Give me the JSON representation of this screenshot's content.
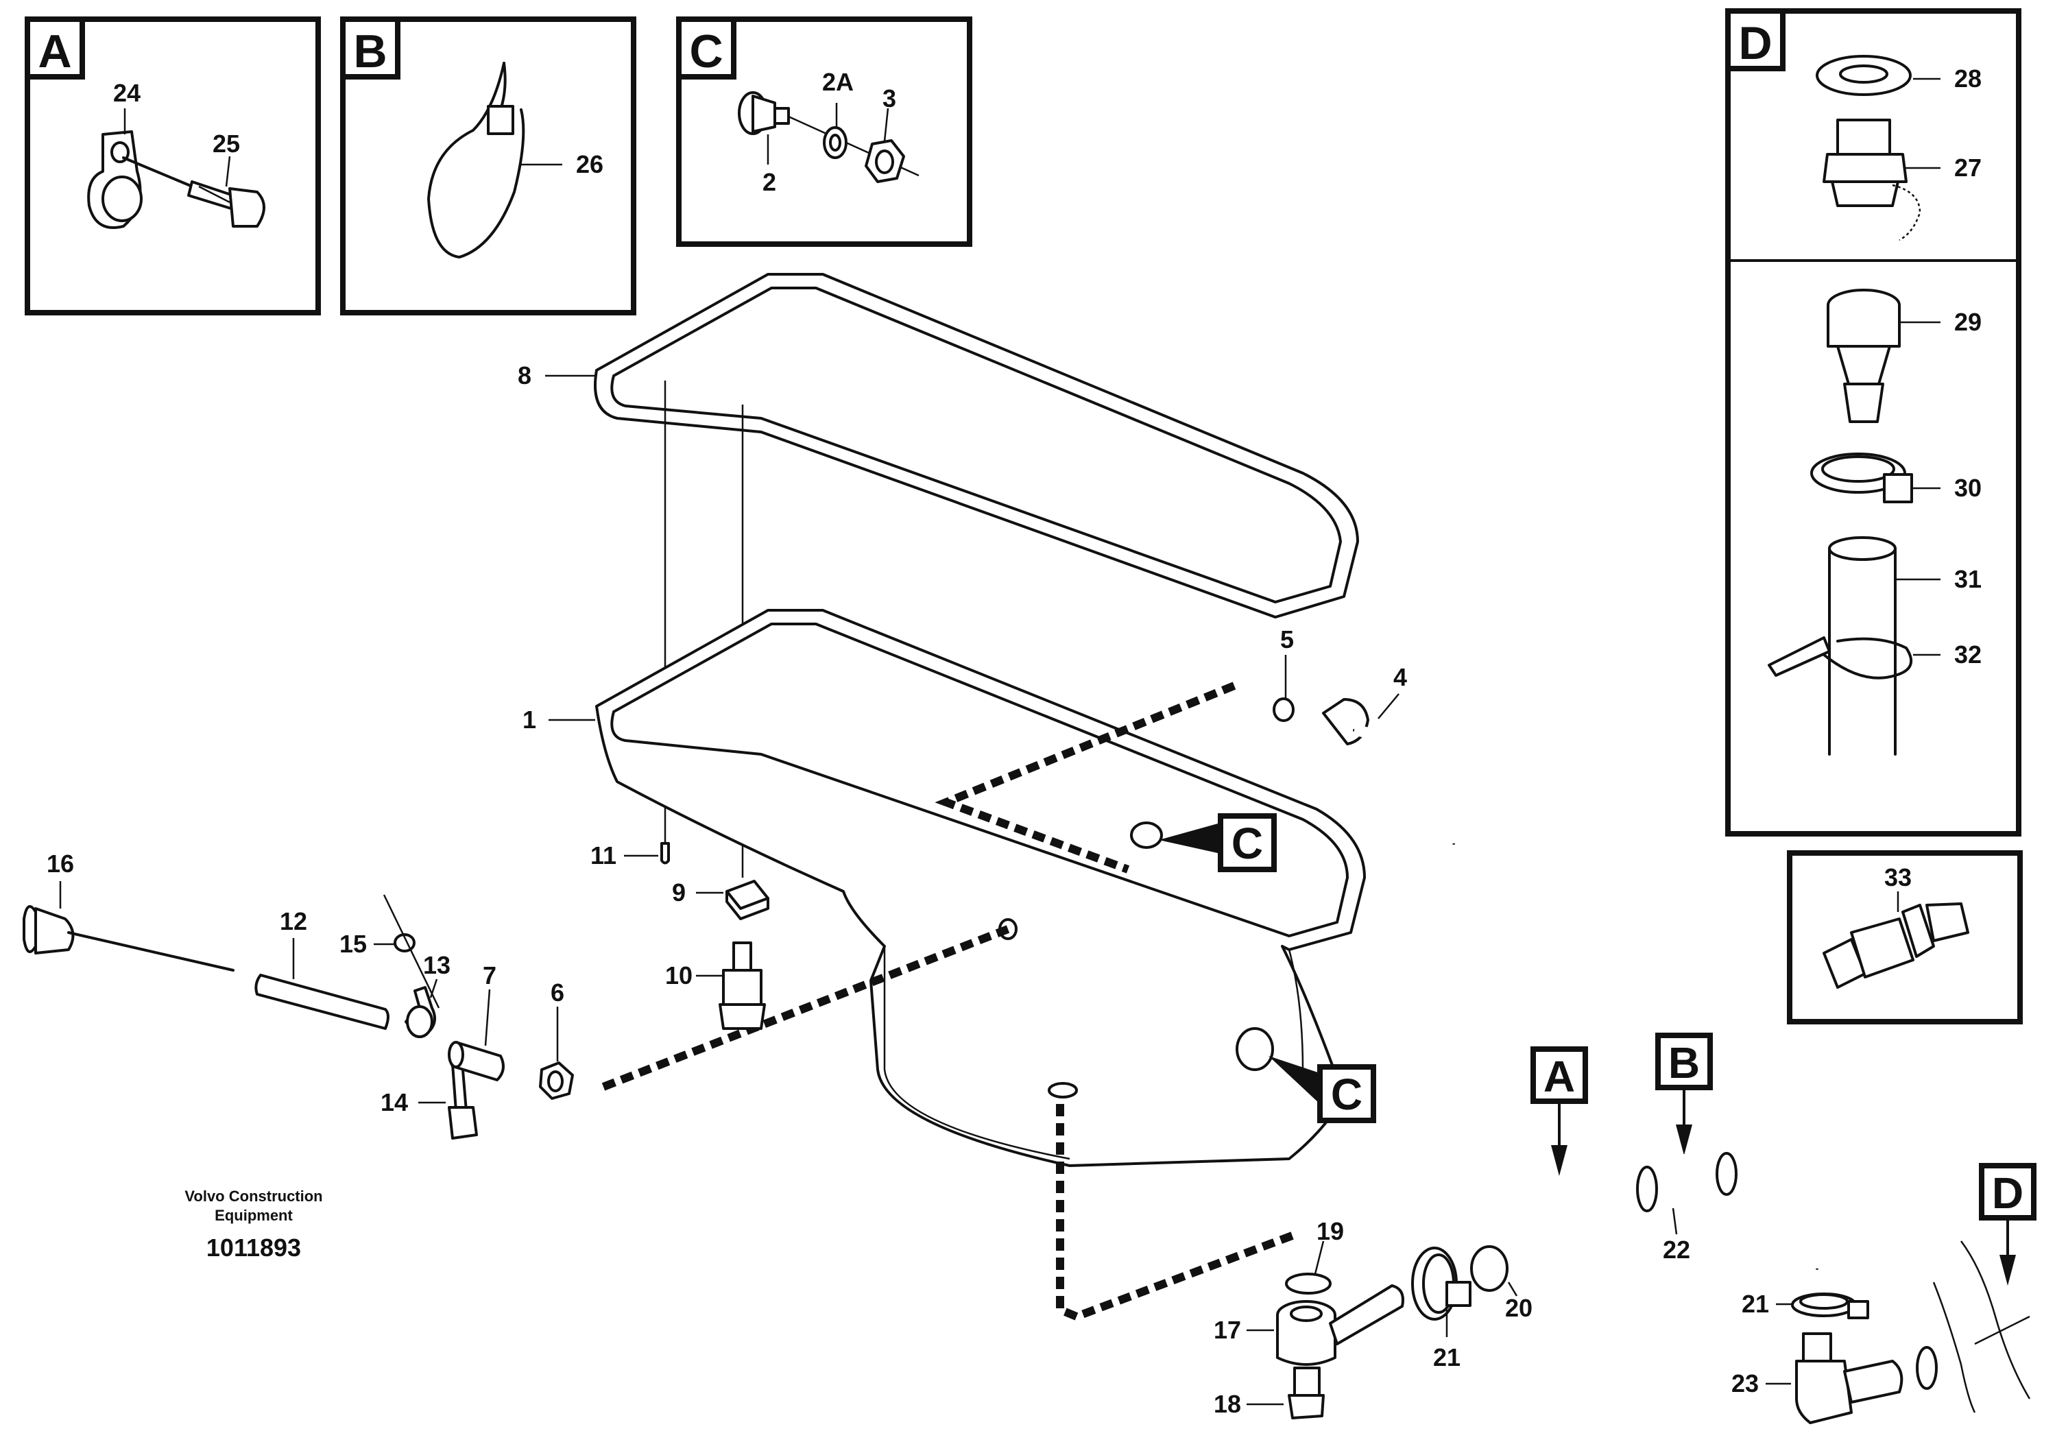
{
  "diagram": {
    "footer": {
      "company_line1": "Volvo Construction",
      "company_line2": "Equipment",
      "drawing_number": "1011893"
    },
    "detail_boxes": {
      "A": {
        "letter": "A",
        "parts": [
          "24",
          "25"
        ]
      },
      "B": {
        "letter": "B",
        "parts": [
          "26"
        ]
      },
      "C": {
        "letter": "C",
        "parts": [
          "2A",
          "3",
          "2"
        ]
      },
      "D": {
        "letter": "D",
        "parts": [
          "28",
          "27",
          "29",
          "30",
          "31",
          "32"
        ]
      },
      "sensor": {
        "parts": [
          "33"
        ]
      }
    },
    "callout_tags": {
      "c_upper": "C",
      "c_lower": "C",
      "a": "A",
      "b": "B",
      "d": "D"
    },
    "part_labels": {
      "p1": "1",
      "p2": "2",
      "p2a": "2A",
      "p3": "3",
      "p4": "4",
      "p5": "5",
      "p6": "6",
      "p7": "7",
      "p8": "8",
      "p9": "9",
      "p10": "10",
      "p11": "11",
      "p12": "12",
      "p13": "13",
      "p14": "14",
      "p15": "15",
      "p16": "16",
      "p17": "17",
      "p18": "18",
      "p19": "19",
      "p20": "20",
      "p21a": "21",
      "p21b": "21",
      "p22": "22",
      "p23": "23",
      "p24": "24",
      "p25": "25",
      "p26": "26",
      "p27": "27",
      "p28": "28",
      "p29": "29",
      "p30": "30",
      "p31": "31",
      "p32": "32",
      "p33": "33"
    }
  }
}
